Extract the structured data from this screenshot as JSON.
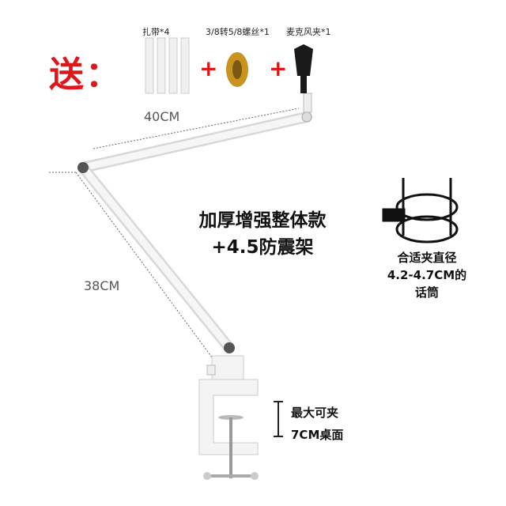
{
  "gift": {
    "label": "送：",
    "items": [
      {
        "label": "扎带*4",
        "icon": "cable-ties-icon"
      },
      {
        "label": "3/8转5/8螺丝*1",
        "icon": "brass-adapter-icon"
      },
      {
        "label": "麦克风夹*1",
        "icon": "mic-clip-icon"
      }
    ],
    "plus": "+"
  },
  "dimensions": {
    "upper_arm": "40CM",
    "lower_arm": "38CM"
  },
  "headline": {
    "line1": "加厚增强整体款",
    "line2": "+4.5防震架"
  },
  "shock_mount_note": {
    "line1": "合适夹直径",
    "line2": "4.2-4.7CM的",
    "line3": "话筒"
  },
  "clamp_note": {
    "line1": "最大可夹",
    "line2": "7CM桌面"
  },
  "colors": {
    "accent": "#e0161a"
  }
}
